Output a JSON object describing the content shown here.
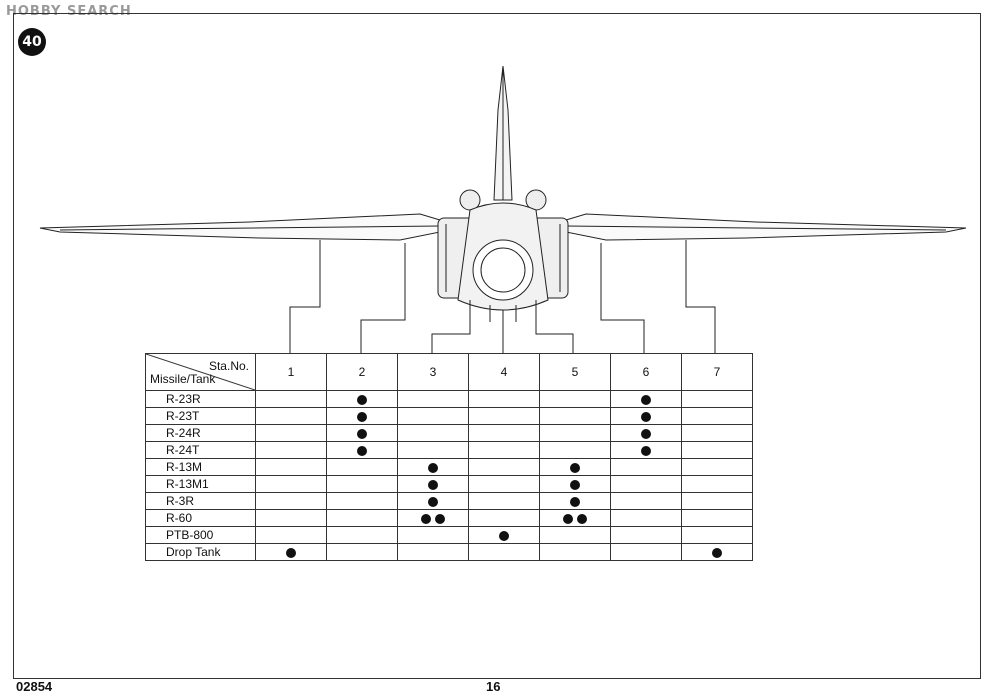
{
  "watermark": "HOBBY SEARCH",
  "step_number": "40",
  "table": {
    "header_station": "Sta.No.",
    "header_store": "Missile/Tank",
    "stations": [
      "1",
      "2",
      "3",
      "4",
      "5",
      "6",
      "7"
    ],
    "rows": [
      {
        "name": "R-23R",
        "counts": [
          0,
          1,
          0,
          0,
          0,
          1,
          0
        ]
      },
      {
        "name": "R-23T",
        "counts": [
          0,
          1,
          0,
          0,
          0,
          1,
          0
        ]
      },
      {
        "name": "R-24R",
        "counts": [
          0,
          1,
          0,
          0,
          0,
          1,
          0
        ]
      },
      {
        "name": "R-24T",
        "counts": [
          0,
          1,
          0,
          0,
          0,
          1,
          0
        ]
      },
      {
        "name": "R-13M",
        "counts": [
          0,
          0,
          1,
          0,
          1,
          0,
          0
        ]
      },
      {
        "name": "R-13M1",
        "counts": [
          0,
          0,
          1,
          0,
          1,
          0,
          0
        ]
      },
      {
        "name": "R-3R",
        "counts": [
          0,
          0,
          1,
          0,
          1,
          0,
          0
        ]
      },
      {
        "name": "R-60",
        "counts": [
          0,
          0,
          2,
          0,
          2,
          0,
          0
        ]
      },
      {
        "name": "PTB-800",
        "counts": [
          0,
          0,
          0,
          1,
          0,
          0,
          0
        ]
      },
      {
        "name": "Drop Tank",
        "counts": [
          1,
          0,
          0,
          0,
          0,
          0,
          1
        ]
      }
    ]
  },
  "footer": {
    "product_code": "02854",
    "page_number": "16"
  }
}
